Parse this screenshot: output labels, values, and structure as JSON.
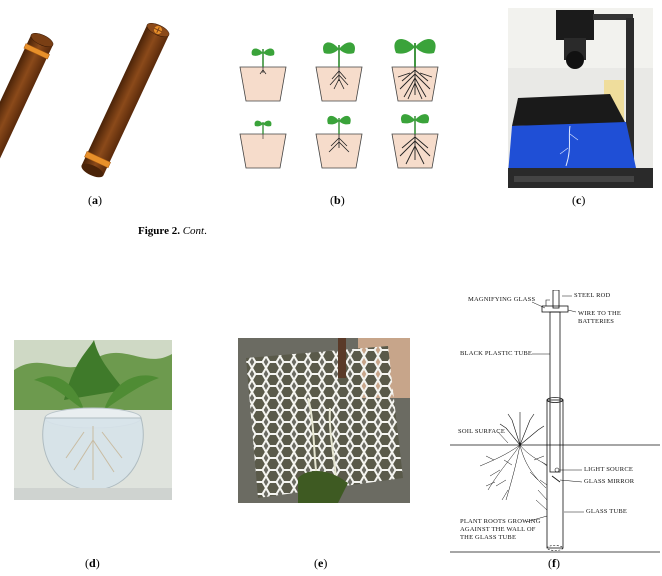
{
  "figure": {
    "caption_label": "Figure 2.",
    "caption_cont": "Cont",
    "caption_period": "."
  },
  "panels": {
    "a": "a",
    "b": "b",
    "c": "c",
    "d": "d",
    "e": "e",
    "f": "f"
  },
  "diagram_f": {
    "magnifying_glass": "MAGNIFYING GLASS",
    "steel_rod": "STEEL ROD",
    "wire_line1": "WIRE TO THE",
    "wire_line2": "BATTERIES",
    "black_tube": "BLACK PLASTIC TUBE",
    "soil_surface": "SOIL SURFACE",
    "light_source": "LIGHT SOURCE",
    "glass_mirror": "GLASS MIRROR",
    "glass_tube": "GLASS TUBE",
    "roots_line1": "PLANT ROOTS GROWING",
    "roots_line2": "AGAINST THE WALL OF",
    "roots_line3": "THE GLASS TUBE"
  },
  "colors": {
    "tube_brown": "#7a3f14",
    "ring_orange": "#e8902a",
    "pot_fill": "#f6dccb",
    "leaf_green": "#3aa33a",
    "blue_plate": "#1f4fd6"
  }
}
